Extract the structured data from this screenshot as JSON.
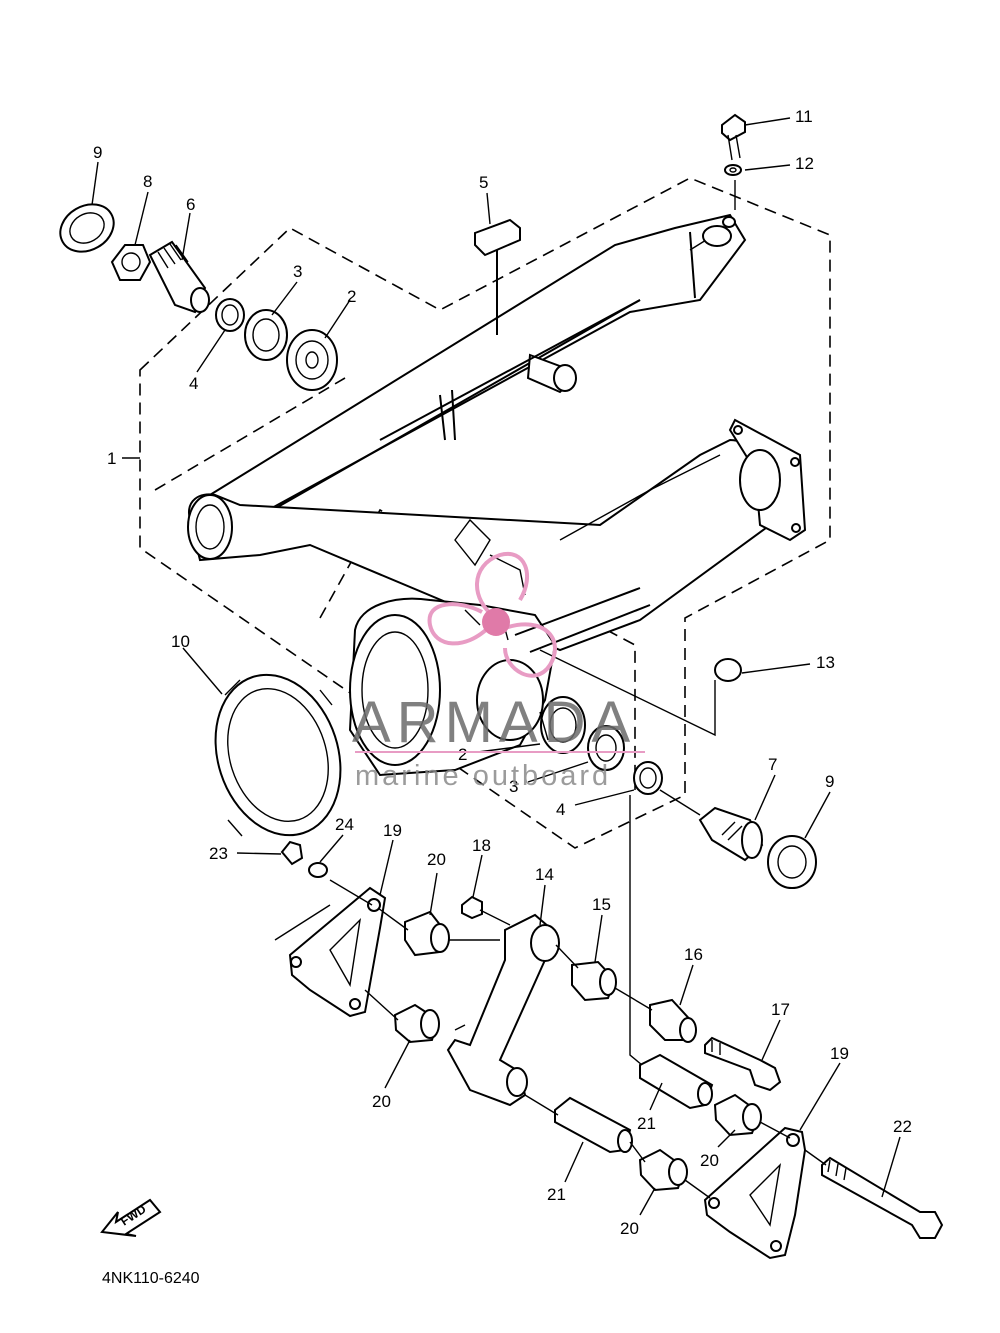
{
  "diagram": {
    "drawing_code": "4NK110-6240",
    "direction_label": "FWD",
    "callouts": {
      "c1": "1",
      "c2a": "2",
      "c2b": "2",
      "c3a": "3",
      "c3b": "3",
      "c4a": "4",
      "c4b": "4",
      "c5": "5",
      "c6": "6",
      "c7": "7",
      "c8": "8",
      "c9a": "9",
      "c9b": "9",
      "c10": "10",
      "c11": "11",
      "c12": "12",
      "c13": "13",
      "c14": "14",
      "c15": "15",
      "c16": "16",
      "c17": "17",
      "c18": "18",
      "c19a": "19",
      "c19b": "19",
      "c20a": "20",
      "c20b": "20",
      "c20c": "20",
      "c20d": "20",
      "c21a": "21",
      "c21b": "21",
      "c22": "22",
      "c23": "23",
      "c24": "24"
    }
  },
  "watermark": {
    "brand": "ARMADA",
    "tagline": "marine outboard",
    "logo_color": "#e89cc4",
    "logo_center_color": "#e07aa8"
  }
}
